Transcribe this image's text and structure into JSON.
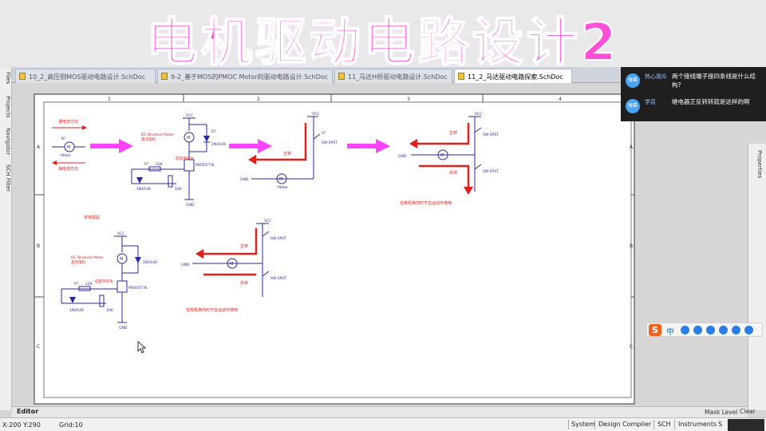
{
  "banner": {
    "title": "电机驱动电路设计2"
  },
  "left_panel_tabs": [
    "Files",
    "Projects",
    "Navigator",
    "SCH Filter"
  ],
  "right_panel_tabs": [
    "Properties"
  ],
  "doc_tabs": [
    {
      "label": "10_2_高压侧MOS驱动电路设计.SchDoc",
      "active": false
    },
    {
      "label": "9-2_基于MOS的PMOC Motor的驱动电路设计.SchDoc",
      "active": false
    },
    {
      "label": "11_马达H桥驱动电路设计.SchDoc",
      "active": false
    },
    {
      "label": "11_2_马达驱动电路探索.SchDoc",
      "active": true
    }
  ],
  "sheet": {
    "columns": [
      "1",
      "2",
      "3",
      "4"
    ],
    "rows": [
      "A",
      "B",
      "C"
    ],
    "section_label_single": "单电源驱",
    "notes": {
      "forward": "正转",
      "reverse": "反转",
      "forward_text": "灌电流方向",
      "reverse_text": "抽电流方向",
      "dc_motor_1": "DC Brushed Motor",
      "dc_motor_2": "直流电机",
      "pwm_note_1": "低电平有效",
      "caption_1": "在电机换向时不在运动中使用",
      "caption_2": "在电机换向时不在运动中使用"
    },
    "components": {
      "vcc": "VCC",
      "gnd": "GND",
      "diode": "1N4148",
      "mosfet": "MOSFET-N",
      "resistor_r1": "22K",
      "resistor_r2": "10K",
      "switch": "SW-SPST",
      "motor": "Motor",
      "r_label": "R?",
      "d_label": "D?",
      "q_label": "Q?",
      "b_label": "B?",
      "s_label": "S?",
      "m_label": "M"
    }
  },
  "chat": [
    {
      "avatar": "弹幕",
      "name": "热心观众",
      "text": "两个接线端子接四条线是什么结构?"
    },
    {
      "avatar": "弹幕",
      "name": "学员",
      "text": "继电器正反转转就是这样的啊"
    }
  ],
  "ime": {
    "logo": "S",
    "lang": "中"
  },
  "editor": {
    "tab_label": "Editor",
    "mask_level": "Mask Level",
    "clear": "Clear"
  },
  "status": {
    "coords": "X:200 Y:290",
    "grid": "Grid:10",
    "buttons": [
      "System",
      "Design Compiler",
      "SCH",
      "Instruments",
      "S"
    ]
  },
  "colors": {
    "banner_text": "#ff4fd8",
    "wire": "#2a2aa0",
    "red_wire": "#e0201c",
    "magenta_arrow": "#ff44ff",
    "sheet_bg": "#ffffff"
  }
}
